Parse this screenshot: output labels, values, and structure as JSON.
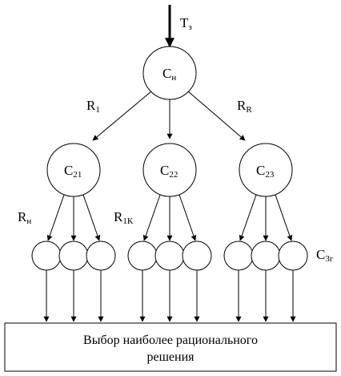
{
  "input": {
    "label": "Т",
    "sub": "з"
  },
  "root": {
    "label": "С",
    "sub": "н"
  },
  "left_relation": {
    "label": "R",
    "sub": "1"
  },
  "right_relation": {
    "label": "R",
    "sub": "R"
  },
  "mid_nodes": [
    {
      "label": "С",
      "sub": "21"
    },
    {
      "label": "С",
      "sub": "22"
    },
    {
      "label": "С",
      "sub": "23"
    }
  ],
  "relation_group1": {
    "label": "R",
    "sub": "н"
  },
  "relation_group2": {
    "label": "R",
    "sub": "1К"
  },
  "leaf_label": {
    "label": "С",
    "sub": "3г"
  },
  "result_box": {
    "line1": "Выбор наиболее рационального",
    "line2": "решения"
  }
}
